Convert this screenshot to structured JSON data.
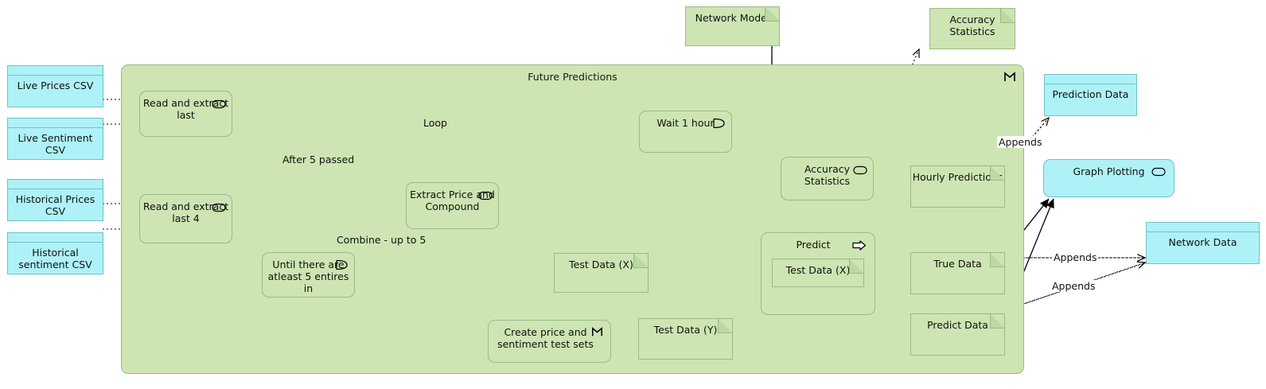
{
  "diagram": {
    "type": "UML activity diagram",
    "background": "#ffffff",
    "colors": {
      "green_fill": "#cde5b2",
      "green_stroke": "#9ab988",
      "cyan_fill": "#aef2f7",
      "cyan_stroke": "#6fc2c8",
      "line": "#000000"
    }
  },
  "partition": {
    "title": "Future Predictions",
    "icon": "structured-activity-icon"
  },
  "inputs": [
    {
      "label": "Live Prices CSV"
    },
    {
      "label": "Live Sentiment CSV"
    },
    {
      "label": "Historical Prices CSV"
    },
    {
      "label": "Historical sentiment CSV"
    }
  ],
  "actions": [
    {
      "id": "read_extract_last",
      "label": "Read and extract last",
      "icon": "activity-icon"
    },
    {
      "id": "read_extract_last_4",
      "label": "Read and extract last 4",
      "icon": "activity-icon"
    },
    {
      "id": "until_atleast_5",
      "label": "Until there are atleast 5 entires in",
      "icon": "time-event-icon"
    },
    {
      "id": "extract_price",
      "label": "Extract Price and Compound",
      "icon": "activity-icon"
    },
    {
      "id": "wait_1_hour",
      "label": "Wait 1 hour",
      "icon": "time-event-icon"
    },
    {
      "id": "accuracy_statistics",
      "label": "Accuracy Statistics",
      "icon": "activity-icon"
    },
    {
      "id": "predict",
      "label": "Predict",
      "icon": "send-signal-icon"
    },
    {
      "id": "create_test_sets",
      "label": "Create price and sentiment test sets",
      "icon": "structured-activity-icon"
    },
    {
      "id": "graph_plotting",
      "label": "Graph Plotting",
      "icon": "activity-icon"
    }
  ],
  "notes": [
    {
      "id": "network_model",
      "label": "Network Model"
    },
    {
      "id": "accuracy_stats_note",
      "label": "Accuracy Statistics"
    },
    {
      "id": "test_data_x_outer",
      "label": "Test Data (X)"
    },
    {
      "id": "test_data_x_inner",
      "label": "Test Data (X)"
    },
    {
      "id": "test_data_y",
      "label": "Test Data (Y)"
    },
    {
      "id": "hourly_predictions",
      "label": "Hourly Predictions"
    },
    {
      "id": "true_data",
      "label": "True Data"
    },
    {
      "id": "predict_data",
      "label": "Predict Data"
    }
  ],
  "classboxes": [
    {
      "id": "prediction_data",
      "label": "Prediction Data"
    },
    {
      "id": "network_data",
      "label": "Network Data"
    }
  ],
  "edge_labels": [
    {
      "id": "loop",
      "text": "Loop"
    },
    {
      "id": "after_5",
      "text": "After 5 passed"
    },
    {
      "id": "combine_up_to_5",
      "text": "Combine - up to 5"
    },
    {
      "id": "appends_1",
      "text": "Appends"
    },
    {
      "id": "appends_2",
      "text": "Appends"
    },
    {
      "id": "appends_3",
      "text": "Appends"
    }
  ]
}
